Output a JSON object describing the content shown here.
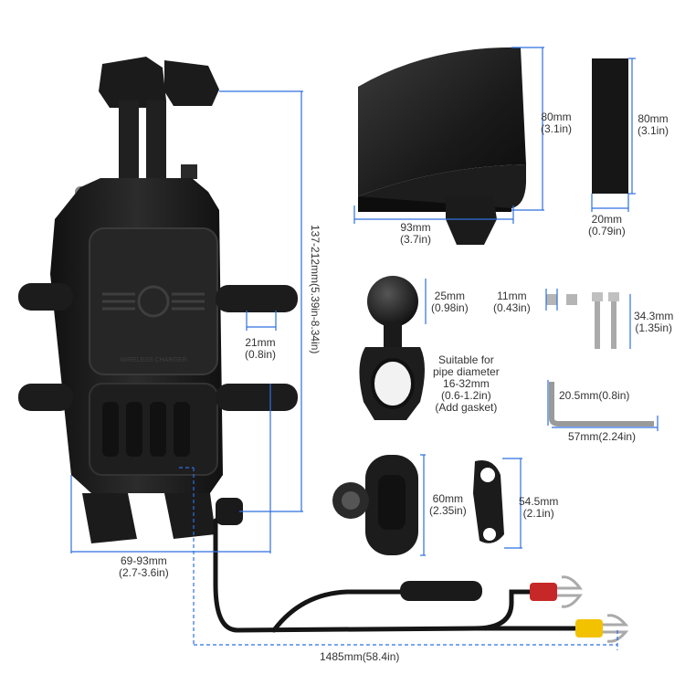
{
  "product": {
    "text": "WIRELESS CHARGER"
  },
  "dimensions": {
    "height_range": "137-212mm(5.39in-8.34in)",
    "width_range": {
      "mm": "69-93mm",
      "in": "(2.7-3.6in)"
    },
    "arm_width": {
      "mm": "21mm",
      "in": "(0.8in)"
    },
    "visor_height": {
      "mm": "80mm",
      "in": "(3.1in)"
    },
    "visor_width": {
      "mm": "93mm",
      "in": "(3.7in)"
    },
    "pad_height": {
      "mm": "80mm",
      "in": "(3.1in)"
    },
    "pad_width": {
      "mm": "20mm",
      "in": "(0.79in)"
    },
    "ball_size": {
      "mm": "25mm",
      "in": "(0.98in)"
    },
    "nut_size": {
      "mm": "11mm",
      "in": "(0.43in)"
    },
    "screw_length": {
      "mm": "34.3mm",
      "in": "(1.35in)"
    },
    "allen_short": "20.5mm(0.8in)",
    "allen_long": "57mm(2.24in)",
    "clamp_height": {
      "mm": "60mm",
      "in": "(2.35in)"
    },
    "arm_length": {
      "mm": "54.5mm",
      "in": "(2.1in)"
    },
    "cable_length": "1485mm(58.4in)"
  },
  "pipe_note": {
    "line1": "Suitable for",
    "line2": "pipe diameter",
    "line3": "16-32mm",
    "line4": "(0.6-1.2in)",
    "line5": "(Add gasket)"
  },
  "colors": {
    "dimension_line": "#2f6fe0",
    "product": "#1c1c1c",
    "fuse": "#c62828",
    "terminal": "#f2c200"
  }
}
